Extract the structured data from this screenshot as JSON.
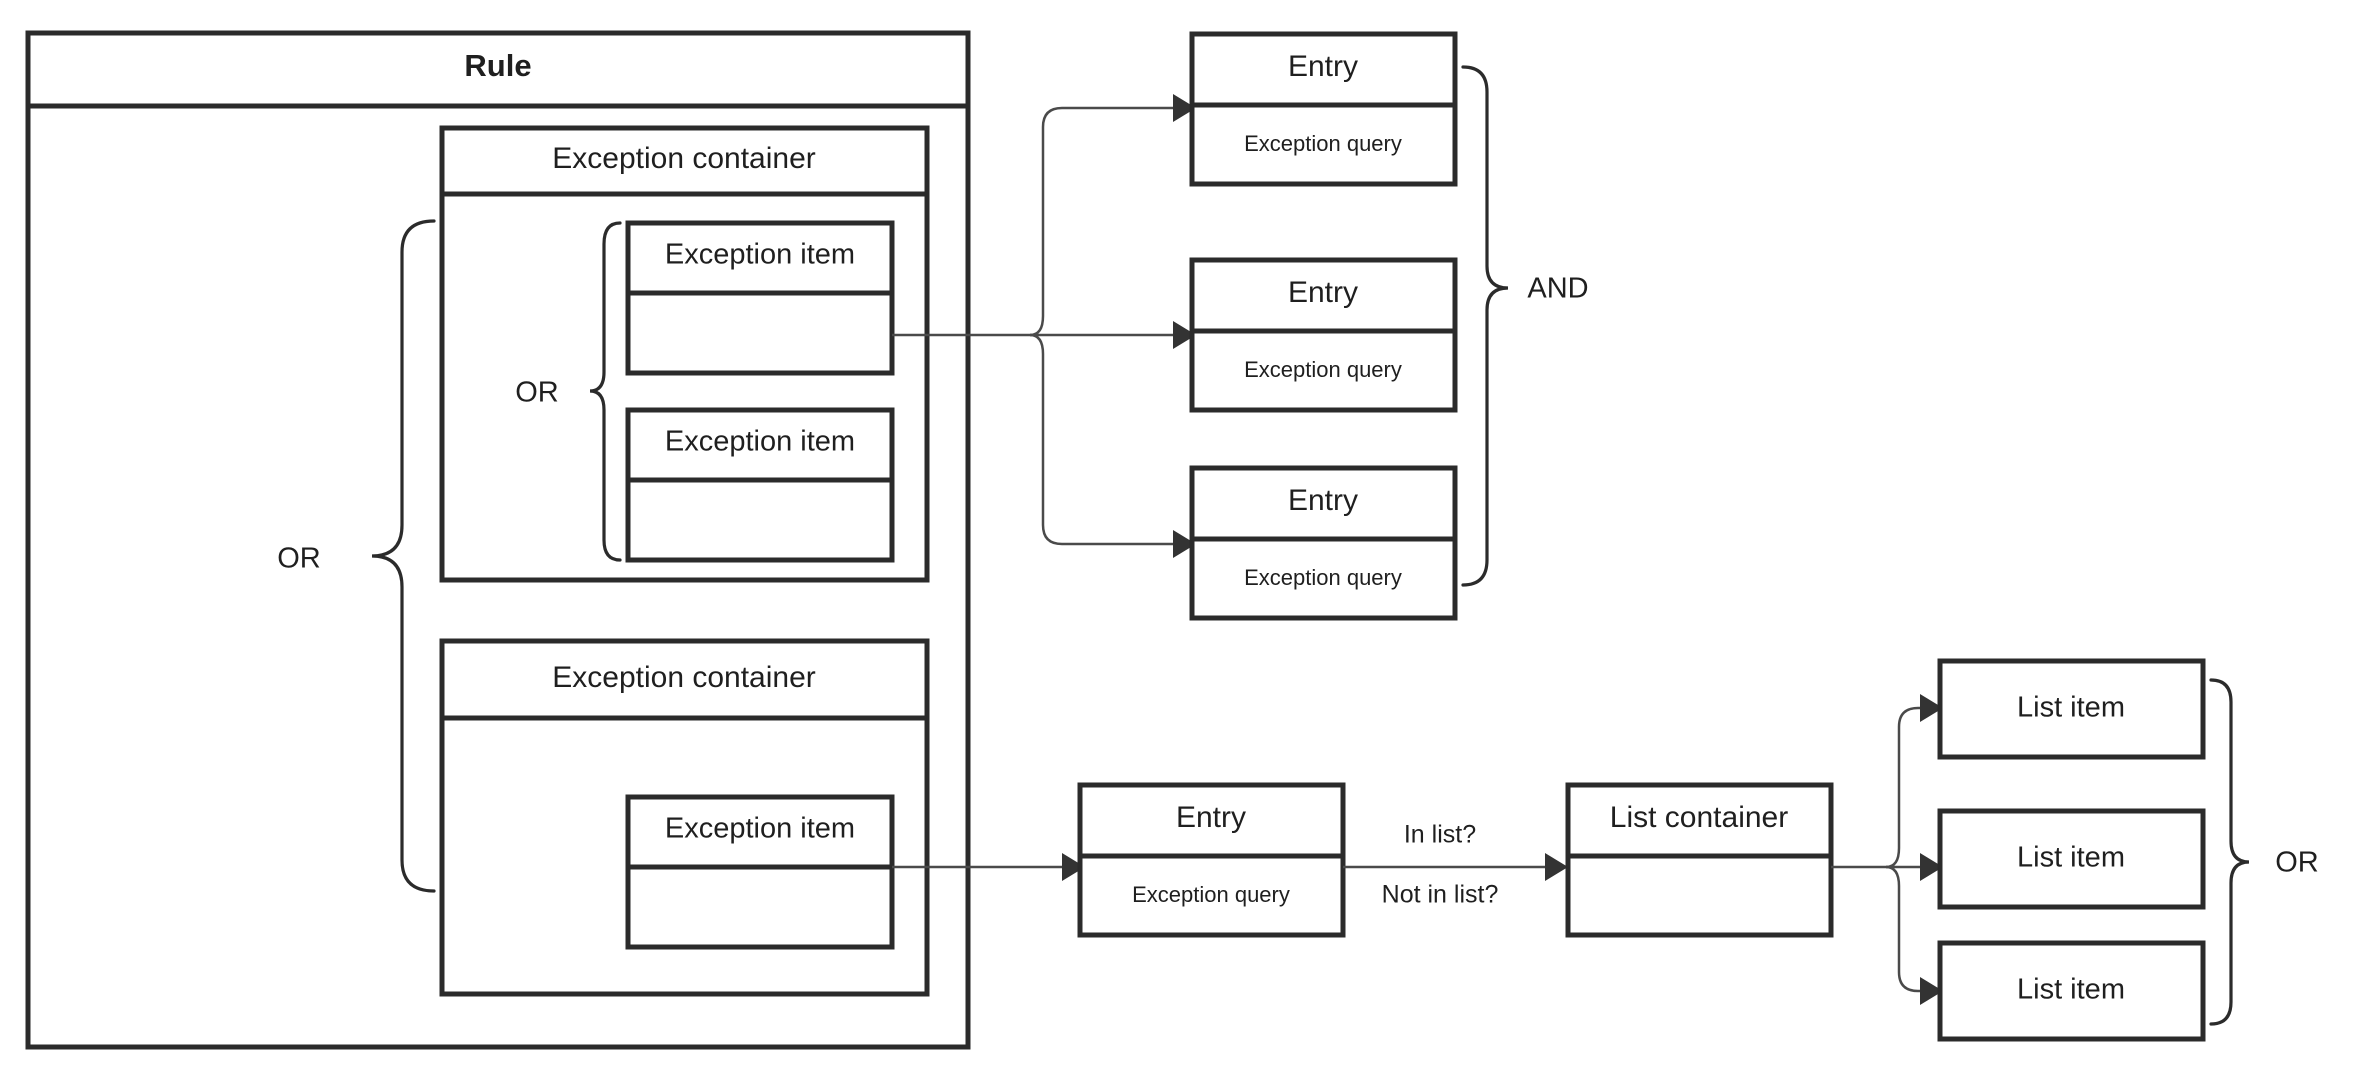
{
  "diagram": {
    "title": "Rule",
    "type": "flow-diagram",
    "colors": {
      "box_stroke": "#2b2b2b",
      "connector": "#4a4a4a",
      "text": "#1f1f1f",
      "background": "#ffffff"
    },
    "rule": {
      "label": "Rule"
    },
    "exception_containers": [
      {
        "label": "Exception container",
        "items": [
          {
            "label": "Exception item",
            "body": ""
          },
          {
            "label": "Exception item",
            "body": ""
          }
        ],
        "items_operator": "OR"
      },
      {
        "label": "Exception container",
        "items": [
          {
            "label": "Exception item",
            "body": ""
          }
        ]
      }
    ],
    "containers_operator": "OR",
    "entries_top": [
      {
        "label": "Entry",
        "sub": "Exception query"
      },
      {
        "label": "Entry",
        "sub": "Exception query"
      },
      {
        "label": "Entry",
        "sub": "Exception query"
      }
    ],
    "entries_operator": "AND",
    "entry_bottom": {
      "label": "Entry",
      "sub": "Exception query"
    },
    "edge_labels": {
      "in_list": "In list?",
      "not_in_list": "Not in list?"
    },
    "list_container": {
      "label": "List container",
      "body": ""
    },
    "list_items": [
      {
        "label": "List item"
      },
      {
        "label": "List item"
      },
      {
        "label": "List item"
      }
    ],
    "list_items_operator": "OR"
  }
}
